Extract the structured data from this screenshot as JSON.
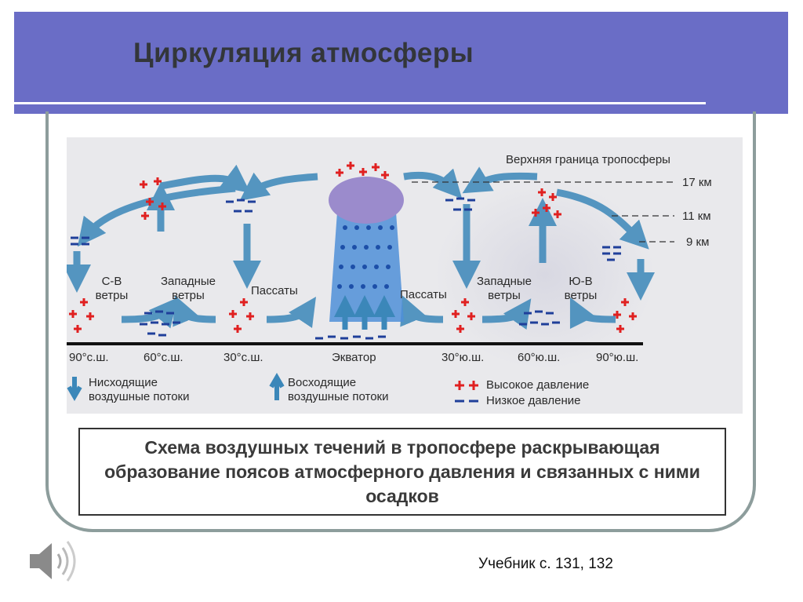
{
  "slide": {
    "title": "Циркуляция атмосферы",
    "caption": "Схема воздушных течений в тропосфере раскрывающая образование поясов атмосферного давления и связанных с ними осадков",
    "source": "Учебник с. 131, 132"
  },
  "diagram": {
    "troposphere_label": "Верхняя граница тропосферы",
    "altitudes": [
      "17 км",
      "11 км",
      "9 км"
    ],
    "winds": [
      "С-В ветры",
      "Западные ветры",
      "Пассаты",
      "Пассаты",
      "Западные ветры",
      "Ю-В ветры"
    ],
    "latitudes": [
      "90°с.ш.",
      "60°с.ш.",
      "30°с.ш.",
      "Экватор",
      "30°ю.ш.",
      "60°ю.ш.",
      "90°ю.ш."
    ],
    "legend": {
      "descending": "Нисходящие воздушные потоки",
      "ascending": "Восходящие воздушные потоки",
      "high": "Высокое давление",
      "low": "Низкое давление"
    }
  },
  "colors": {
    "header": "#6a6dc6",
    "arrow": "#3b87b9",
    "plus": "#e02020",
    "minus": "#1f3f9a"
  }
}
